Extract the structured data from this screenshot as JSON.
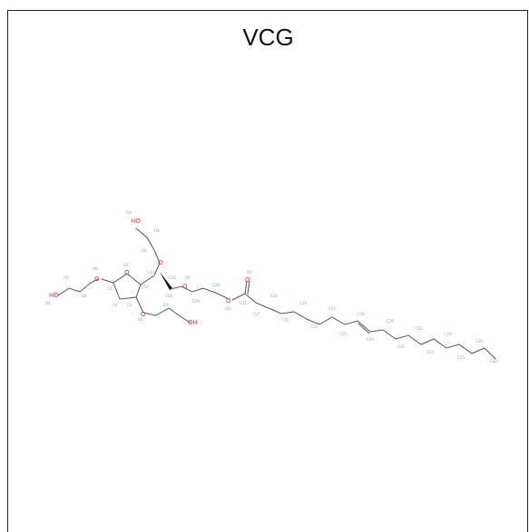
{
  "title": "VCG",
  "colors": {
    "bond": "#555555",
    "oxygen": "#e8343a",
    "atom_label": "#6fbf73",
    "border": "#222222"
  },
  "heteroatoms": {
    "hydroxyl_top": "HO",
    "hydroxyl_left": "HO",
    "hydroxyl_bottom": "OH",
    "ether_glyph": "O"
  },
  "atom_labels": [
    "O9",
    "O3",
    "O6",
    "O6",
    "O2",
    "O8",
    "O1",
    "O5",
    "O4",
    "O7",
    "O6",
    "O2",
    "C6",
    "C4",
    "C2",
    "C3",
    "C10",
    "C17",
    "C11",
    "C13",
    "C14",
    "C18",
    "C12",
    "C15",
    "C16",
    "C19",
    "C20",
    "C21",
    "C22",
    "C23",
    "C24",
    "C25",
    "C26",
    "C27",
    "C28",
    "C29",
    "C30",
    "C31",
    "C32",
    "C33"
  ]
}
